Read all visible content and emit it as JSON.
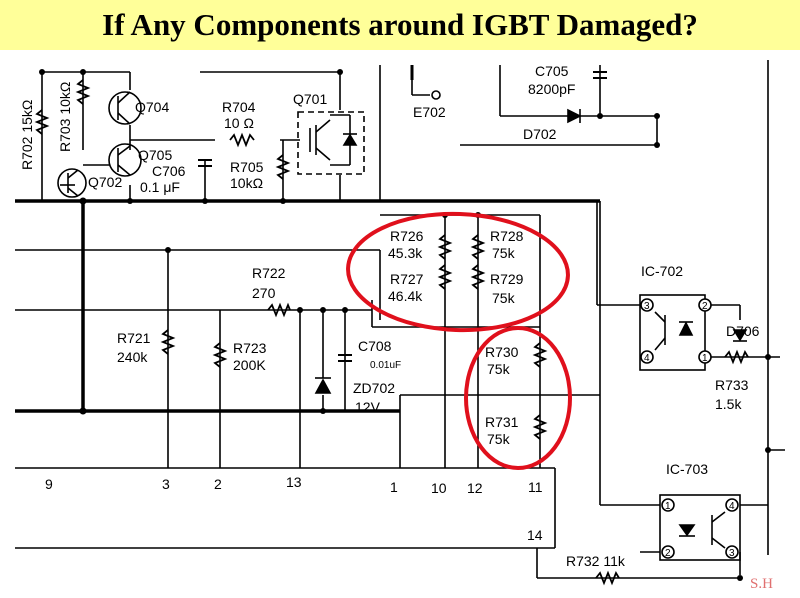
{
  "title": "If Any Components around IGBT Damaged?",
  "signature": "S.H",
  "colors": {
    "title_bg": "#ffff99",
    "highlight": "#e0101c",
    "wire": "#000000"
  },
  "components": {
    "r702": "R702 15kΩ",
    "r703": "R703 10kΩ",
    "q704": "Q704",
    "q705": "Q705",
    "q702": "Q702",
    "c706_name": "C706",
    "c706_val": "0.1 μF",
    "r704_name": "R704",
    "r704_val": "10 Ω",
    "q701": "Q701",
    "r705_name": "R705",
    "r705_val": "10kΩ",
    "e702": "E702",
    "c705_name": "C705",
    "c705_val": "8200pF",
    "d702": "D702",
    "r726_name": "R726",
    "r726_val": "45.3k",
    "r727_name": "R727",
    "r727_val": "46.4k",
    "r728_name": "R728",
    "r728_val": "75k",
    "r729_name": "R729",
    "r729_val": "75k",
    "r730_name": "R730",
    "r730_val": "75k",
    "r731_name": "R731",
    "r731_val": "75k",
    "r722_name": "R722",
    "r722_val": "270",
    "r721_name": "R721",
    "r721_val": "240k",
    "r723_name": "R723",
    "r723_val": "200K",
    "c708_name": "C708",
    "c708_val": "0.01uF",
    "zd702_name": "ZD702",
    "zd702_val": "12V",
    "ic702": "IC-702",
    "ic703": "IC-703",
    "d706": "D706",
    "r733_name": "R733",
    "r733_val": "1.5k",
    "r732": "R732 11k"
  },
  "ic_pins": [
    "9",
    "3",
    "2",
    "13",
    "1",
    "10",
    "12",
    "11",
    "14"
  ],
  "opto_pins": [
    "3",
    "2",
    "4",
    "1"
  ]
}
